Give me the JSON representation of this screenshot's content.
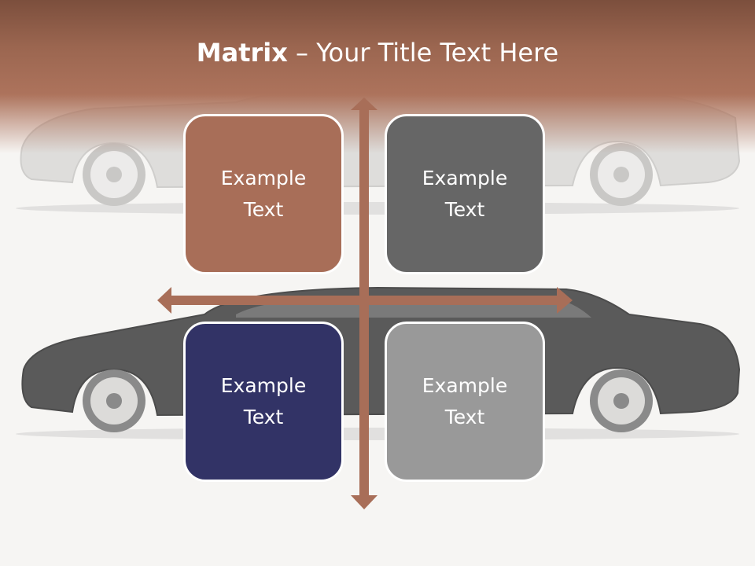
{
  "slide": {
    "title_bold": "Matrix",
    "title_rest": " – Your Title Text Here"
  },
  "tiles": [
    {
      "text": "Example\nText",
      "color": "#a86e58"
    },
    {
      "text": "Example\nText",
      "color": "#666666"
    },
    {
      "text": "Example\nText",
      "color": "#323366"
    },
    {
      "text": "Example\nText",
      "color": "#999999"
    }
  ],
  "colors": {
    "header": "#a86e58",
    "arrow": "#a86e58",
    "background": "#f6f5f3"
  }
}
